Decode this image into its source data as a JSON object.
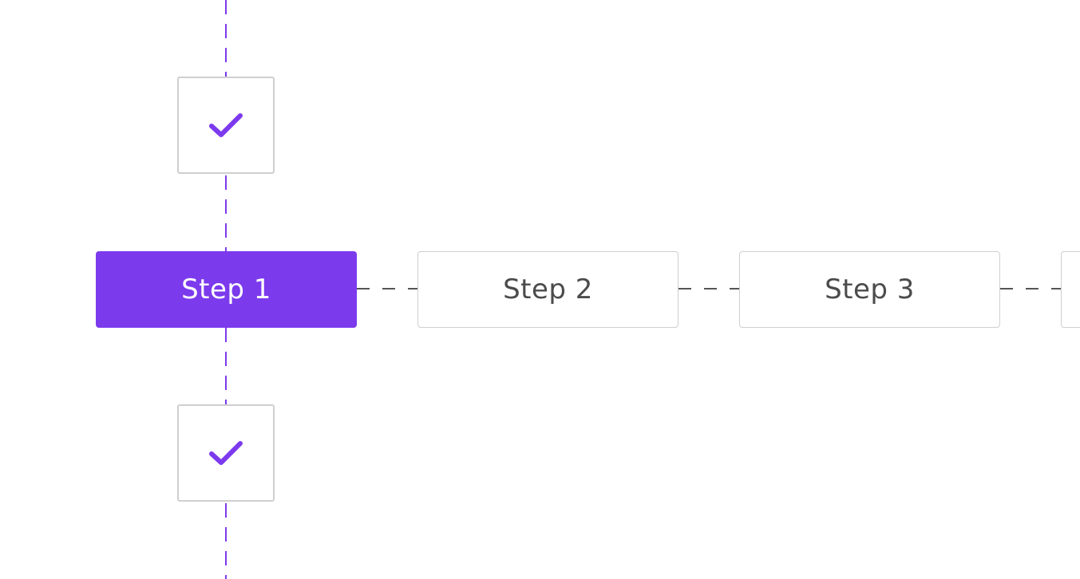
{
  "theme": {
    "accent": "#7c3aed",
    "border": "#cfcfcf",
    "text": "#4b4b4b",
    "connector_horizontal": "#555555"
  },
  "steps": [
    {
      "label": "Step 1",
      "state": "active"
    },
    {
      "label": "Step 2",
      "state": "inactive"
    },
    {
      "label": "Step 3",
      "state": "inactive"
    },
    {
      "label": "",
      "state": "inactive"
    }
  ],
  "checkboxes": [
    {
      "icon": "check-icon",
      "checked": true
    },
    {
      "icon": "check-icon",
      "checked": true
    }
  ]
}
